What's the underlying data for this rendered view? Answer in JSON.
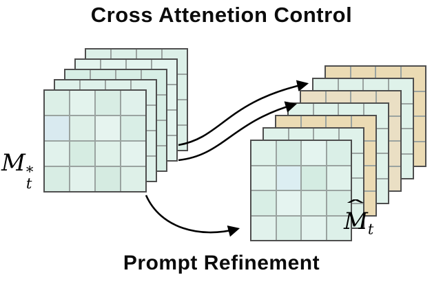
{
  "title": "Cross Attenetion Control",
  "footer": "Prompt Refinement",
  "left_label": {
    "base": "M",
    "sup": "*",
    "sub": "t"
  },
  "right_label": {
    "base": "M",
    "hat": "ˆ",
    "sub": "t"
  },
  "left_stack": {
    "layers": 5,
    "rows": 4,
    "cols": 4,
    "back_layer_colors": [
      "#dcf0e8",
      "#e3f4ee",
      "#d7eee5",
      "#def1ea"
    ],
    "front_cells": [
      [
        "#dcefe7",
        "#e3f3ed",
        "#d8ede4",
        "#e0f1eb"
      ],
      [
        "#d9eaf0",
        "#def0e8",
        "#e6f4ef",
        "#d9eee6"
      ],
      [
        "#e1f2ec",
        "#d6ece2",
        "#dff1e9",
        "#e4f3ee"
      ],
      [
        "#d8ede4",
        "#e2f2ec",
        "#d5ebe1",
        "#def0e8"
      ]
    ]
  },
  "right_stack": {
    "layers": 7,
    "rows": 4,
    "cols": 4,
    "back_layer_colors": [
      "#ebdbb4",
      "#dff2ea",
      "#eadfc4",
      "#dff2ea",
      "#ebdbb4",
      "#dff2ea"
    ],
    "front_cells": [
      [
        "#dff2ea",
        "#d6ede4",
        "#e4f4ef",
        "#daefe7"
      ],
      [
        "#e2f3ed",
        "#dceef2",
        "#d4ece2",
        "#e0f2eb"
      ],
      [
        "#d8eee5",
        "#e5f4f0",
        "#def1e9",
        "#d7ede4"
      ],
      [
        "#e1f2ec",
        "#daefe7",
        "#e3f3ee",
        "#ddf0e9"
      ]
    ]
  },
  "colors": {
    "arrow": "#000000",
    "grid_line": "#9aa3a0",
    "grid_border": "#4e4e4e"
  }
}
